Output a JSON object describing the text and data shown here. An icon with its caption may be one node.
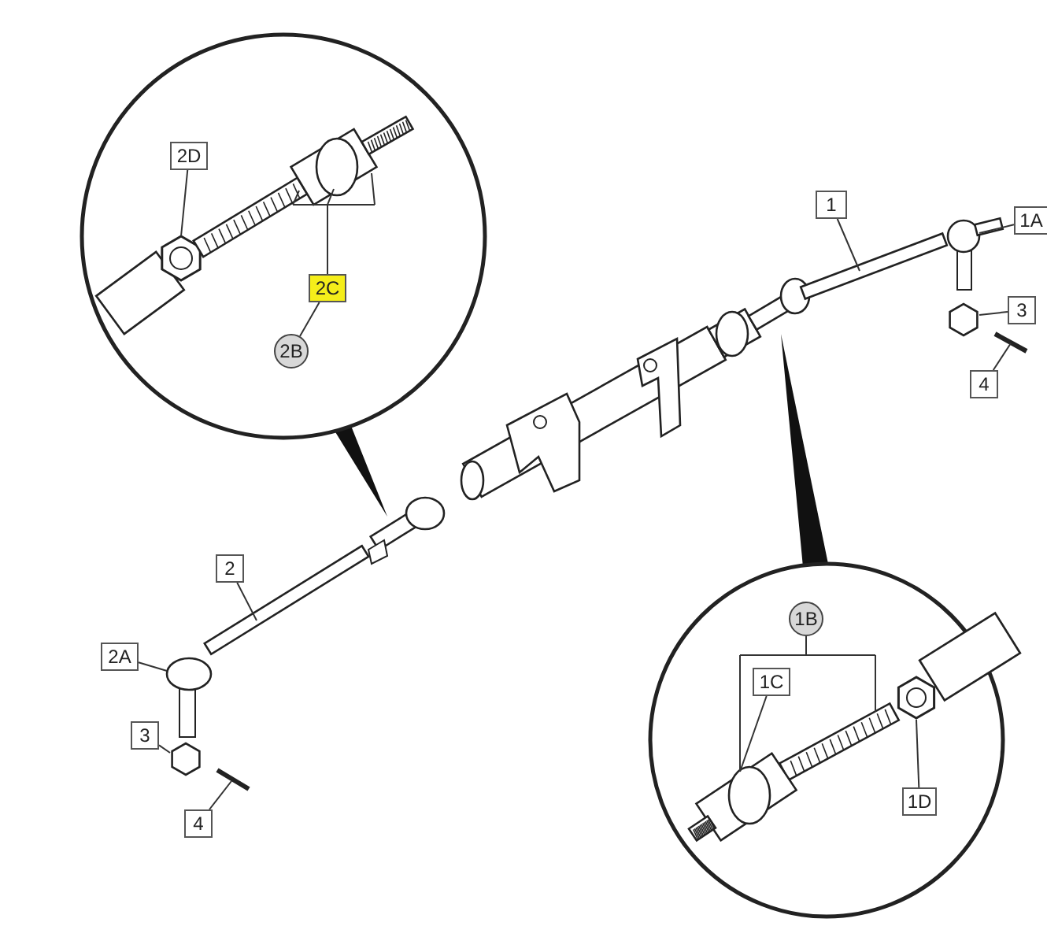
{
  "diagram": {
    "nodes": [
      {
        "text": [
          "2D"
        ]
      },
      {
        "text": [],
        "shape": "picture"
      },
      {
        "text": [
          "2C"
        ]
      },
      {
        "text": [
          "2B"
        ]
      },
      {
        "text": [],
        "shape": "picture"
      },
      {
        "text": [
          "1"
        ]
      },
      {
        "text": [],
        "shape": "bar"
      },
      {
        "text": [
          "1A"
        ]
      },
      {
        "text": [],
        "shape": "picture"
      },
      {
        "text": [
          "3"
        ]
      },
      {
        "text": [],
        "shape": "hexagon"
      },
      {
        "text": [
          "4"
        ]
      },
      {
        "text": [],
        "shape": "picture"
      },
      {
        "text": [
          "2"
        ]
      },
      {
        "text": [],
        "shape": "bar"
      },
      {
        "text": [
          "2A"
        ]
      },
      {
        "text": [],
        "shape": "picture"
      },
      {
        "text": [
          "3"
        ]
      },
      {
        "text": [],
        "shape": "hexagon"
      },
      {
        "text": [
          "4"
        ]
      },
      {
        "text": [],
        "shape": "picture"
      },
      {
        "text": [
          "1B"
        ]
      },
      {
        "text": [
          "1C"
        ]
      },
      {
        "text": [],
        "shape": "picture"
      },
      {
        "text": [
          "1D"
        ]
      },
      {
        "text": [],
        "shape": "picture"
      }
    ],
    "edges": [
      {
        "from": 0,
        "to": 1,
        "arrow": "none"
      },
      {
        "from": 2,
        "to": 4,
        "arrow": "none"
      },
      {
        "from": 3,
        "to": 2,
        "arrow": "none"
      },
      {
        "from": 5,
        "to": 6,
        "arrow": "none"
      },
      {
        "from": 7,
        "to": 8,
        "arrow": "none"
      },
      {
        "from": 9,
        "to": 10,
        "arrow": "none"
      },
      {
        "from": 11,
        "to": 12,
        "arrow": "none"
      },
      {
        "from": 13,
        "to": 14,
        "arrow": "none"
      },
      {
        "from": 15,
        "to": 16,
        "arrow": "none"
      },
      {
        "from": 17,
        "to": 18,
        "arrow": "none"
      },
      {
        "from": 19,
        "to": 20,
        "arrow": "none"
      },
      {
        "from": 21,
        "to": 23,
        "arrow": "none"
      },
      {
        "from": 22,
        "to": 23,
        "arrow": "none"
      },
      {
        "from": 24,
        "to": 25,
        "arrow": "none"
      }
    ]
  }
}
